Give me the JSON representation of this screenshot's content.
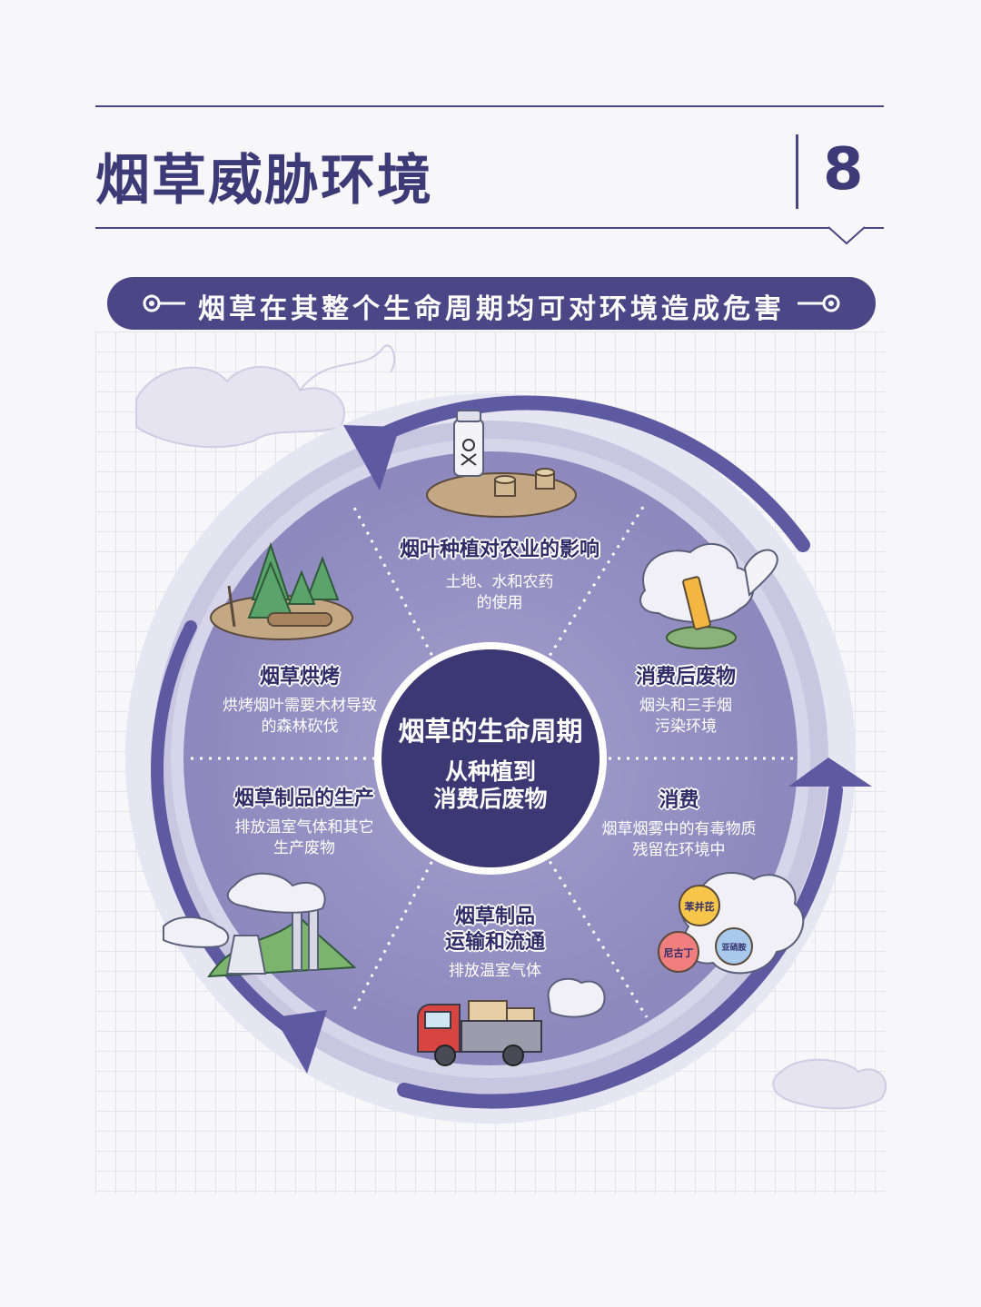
{
  "header": {
    "title": "烟草威胁环境",
    "page_number": "8"
  },
  "banner": {
    "text": "烟草在其整个生命周期均可对环境造成危害"
  },
  "center": {
    "title": "烟草的生命周期",
    "subtitle_line1": "从种植到",
    "subtitle_line2": "消费后废物"
  },
  "segments": {
    "farming": {
      "heading": "烟叶种植对农业的影响",
      "desc_line1": "土地、水和农药",
      "desc_line2": "的使用"
    },
    "post_consumption": {
      "heading": "消费后废物",
      "desc_line1": "烟头和三手烟",
      "desc_line2": "污染环境"
    },
    "consumption": {
      "heading": "消费",
      "desc_line1": "烟草烟雾中的有毒物质",
      "desc_line2": "残留在环境中"
    },
    "transport": {
      "heading_line1": "烟草制品",
      "heading_line2": "运输和流通",
      "desc_line1": "排放温室气体"
    },
    "production": {
      "heading": "烟草制品的生产",
      "desc_line1": "排放温室气体和其它",
      "desc_line2": "生产废物"
    },
    "curing": {
      "heading": "烟草烘烤",
      "desc_line1": "烘烤烟叶需要木材导致",
      "desc_line2": "的森林砍伐"
    }
  },
  "chemicals": {
    "benzopyrene": "苯并芘",
    "nicotine": "尼古丁",
    "nitrosamine": "亚硝胺"
  },
  "colors": {
    "primary": "#4b4787",
    "dark_center": "#3b3873",
    "disk": "#938fc0",
    "ring": "#bdbadb",
    "arrow": "#5e5aa2"
  }
}
